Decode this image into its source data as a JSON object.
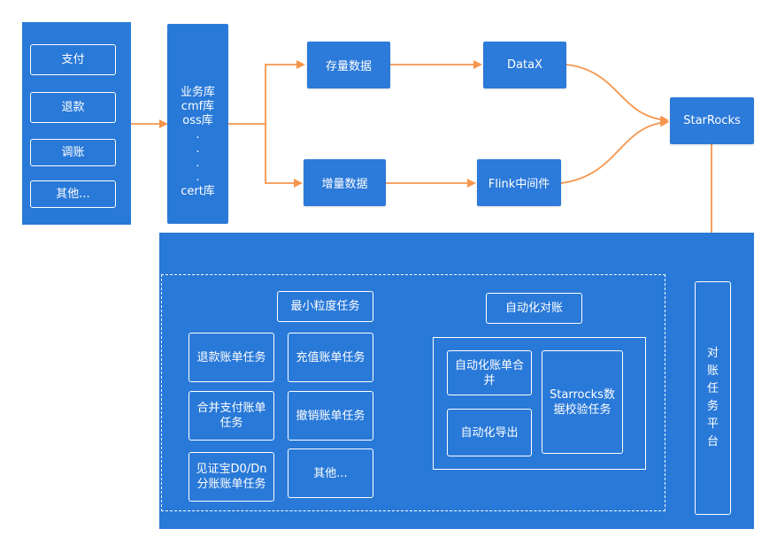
{
  "sources": [
    "支付",
    "退款",
    "调账",
    "其他..."
  ],
  "databases": [
    "业务库",
    "cmf库",
    "oss库",
    ".",
    ".",
    ".",
    ".",
    "cert库"
  ],
  "stock_data": "存量数据",
  "incremental_data": "增量数据",
  "datax": "DataX",
  "flink": "Flink中间件",
  "starrocks": "StarRocks",
  "min_granularity_title": "最小粒度任务",
  "tasks": [
    "退款账单任务",
    "充值账单任务",
    "合并支付账单任务",
    "撤销账单任务",
    "见证宝D0/Dn分账账单任务",
    "其他..."
  ],
  "auto_reconcile_title": "自动化对账",
  "auto_bill_merge": "自动化账单合并",
  "auto_export": "自动化导出",
  "starrocks_check": "Starrocks数据校验任务",
  "platform": "对账任务平台",
  "colors": {
    "node_blue": "#2c7ad9",
    "arrow": "#f5964d"
  }
}
